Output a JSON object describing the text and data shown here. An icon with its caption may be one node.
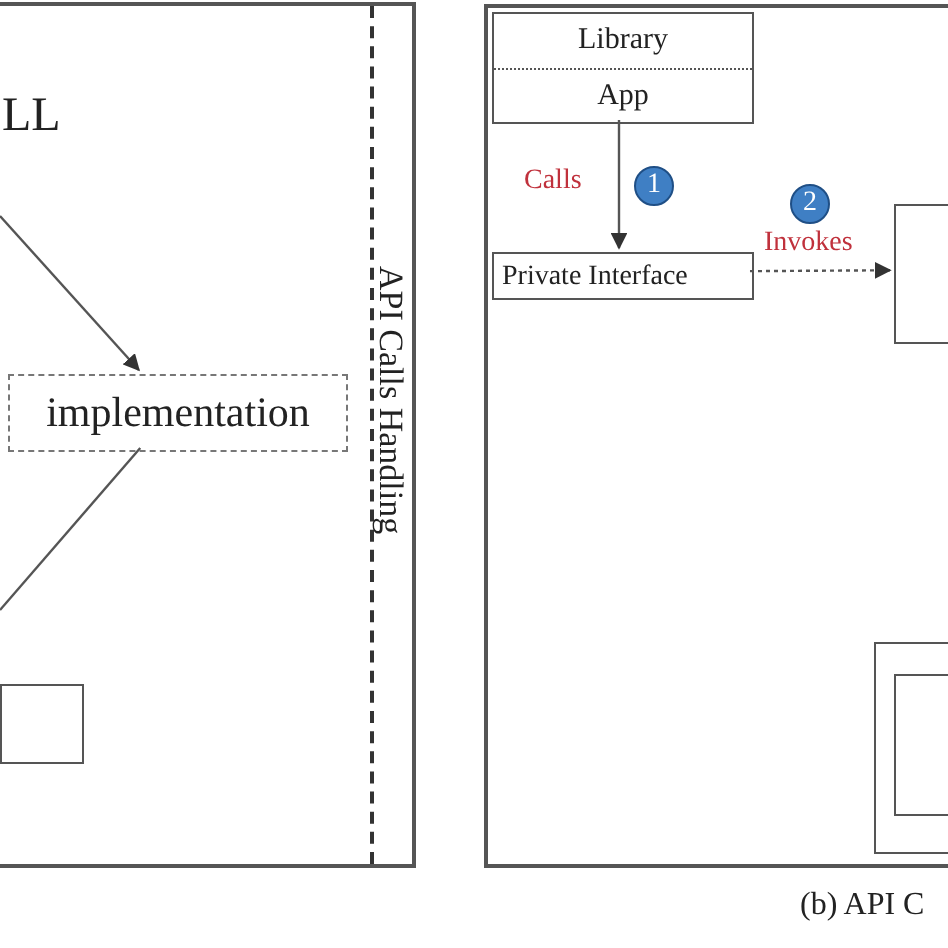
{
  "diagram": {
    "caption": "(b) API C",
    "nodes": [
      {
        "text": [],
        "shape": "box"
      },
      {
        "text": [
          "implementation"
        ],
        "in": 0
      },
      {
        "text": [],
        "shape": "box",
        "in": 0
      },
      {
        "text": [],
        "shape": "box"
      },
      {
        "text": [
          "Library",
          "App"
        ],
        "in": 3
      },
      {
        "text": [
          "Private Interface"
        ],
        "in": 3
      },
      {
        "text": [],
        "shape": "box",
        "in": 3
      },
      {
        "text": [],
        "shape": "box",
        "in": 3
      },
      {
        "text": [],
        "shape": "box",
        "in": 7
      },
      {
        "text": [
          "1"
        ],
        "in": 3
      },
      {
        "text": [
          "2"
        ],
        "in": 3
      }
    ],
    "edges": [
      {
        "from": null,
        "to": 1,
        "arrow": "to"
      },
      {
        "from": 1,
        "to": null,
        "arrow": "none"
      },
      {
        "from": 4,
        "to": 5,
        "arrow": "to",
        "label": "Calls"
      },
      {
        "from": 5,
        "to": 6,
        "arrow": "to",
        "label": "Invokes",
        "style": "dashed"
      }
    ],
    "labels": [
      "LL",
      "API Calls Handling"
    ]
  }
}
